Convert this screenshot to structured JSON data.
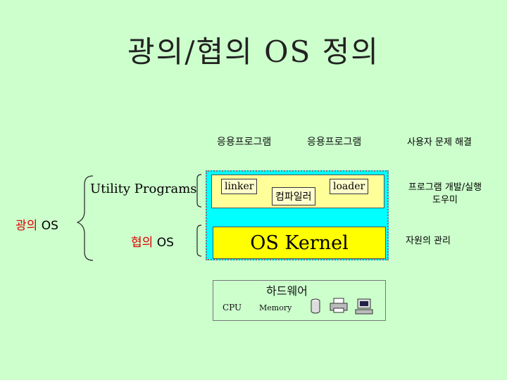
{
  "title": "광의/협의 OS 정의",
  "app_programs": [
    "응용프로그램",
    "응용프로그램"
  ],
  "right_labels": {
    "user_problem": "사용자 문제 해결",
    "program_dev_line1": "프로그램 개발/실행",
    "program_dev_line2": "도우미",
    "resource_mgmt": "자원의 관리"
  },
  "left_labels": {
    "utility": "Utility Programs",
    "broad_red": "광의",
    "broad_os": "OS",
    "narrow_red": "협의",
    "narrow_os": "OS"
  },
  "middle": {
    "linker": "linker",
    "compiler": "컴파일러",
    "loader": "loader",
    "kernel": "OS Kernel"
  },
  "hardware": {
    "title": "하드웨어",
    "cpu": "CPU",
    "memory": "Memory"
  },
  "colors": {
    "background": "#ccffcc",
    "cyan": "#00ffff",
    "yellow": "#ffff00",
    "light_yellow": "#ffff99",
    "red": "#dd0000"
  },
  "icons": [
    "disk-icon",
    "printer-icon",
    "computer-icon"
  ]
}
